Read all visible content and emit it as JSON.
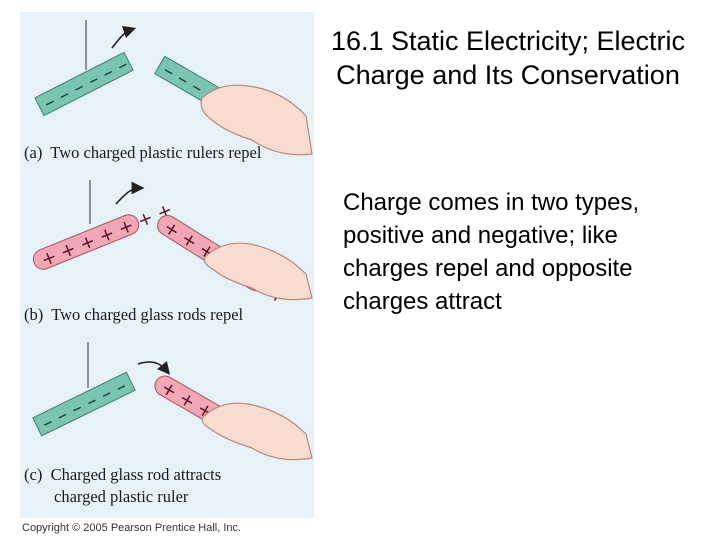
{
  "slide": {
    "title": "16.1 Static Electricity; Electric Charge and Its Conservation",
    "body": "Charge comes in two types, positive and negative; like charges repel and opposite charges attract",
    "copyright": "Copyright © 2005 Pearson Prentice Hall, Inc."
  },
  "figure": {
    "panel_a": {
      "letter": "(a)",
      "caption": "Two charged plastic rulers repel"
    },
    "panel_b": {
      "letter": "(b)",
      "caption": "Two charged glass rods repel"
    },
    "panel_c": {
      "letter": "(c)",
      "caption_line1": "Charged glass rod attracts",
      "caption_line2": "charged plastic ruler"
    }
  },
  "colors": {
    "figure_bg": "#e7f1f8",
    "ruler": "#7bc4b0",
    "glass_rod": "#f1a7b5",
    "hand": "#f7dccf"
  },
  "icons": {
    "arrow": "curved-arrow-icon",
    "hand": "hand-icon"
  }
}
